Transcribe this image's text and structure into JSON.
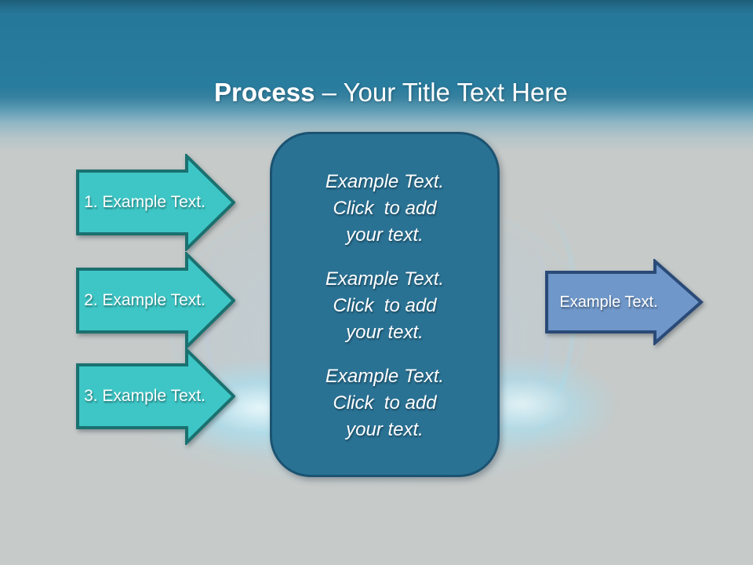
{
  "slide": {
    "title_bold": "Process",
    "title_rest": " – Your Title Text Here"
  },
  "left_arrows": [
    {
      "label": "1. Example Text."
    },
    {
      "label": "2. Example Text."
    },
    {
      "label": "3. Example Text."
    }
  ],
  "center_box": {
    "blocks": [
      {
        "lines": [
          "Example Text.",
          "Click  to add",
          "your text."
        ]
      },
      {
        "lines": [
          "Example Text.",
          "Click  to add",
          "your text."
        ]
      },
      {
        "lines": [
          "Example Text.",
          "Click  to add",
          "your text."
        ]
      }
    ]
  },
  "right_arrow": {
    "label": "Example Text."
  },
  "colors": {
    "header_teal": "#26789a",
    "header_dark_strip": "#1d5d76",
    "body_gray": "#c6cac9",
    "teal_arrow_fill": "#3ec6c6",
    "teal_arrow_border": "#1a7170",
    "box_fill": "#2a7294",
    "box_border": "#1b5371",
    "blue_arrow_fill": "#6f97c9",
    "blue_arrow_border": "#2a4a78",
    "text_white": "#ffffff"
  }
}
